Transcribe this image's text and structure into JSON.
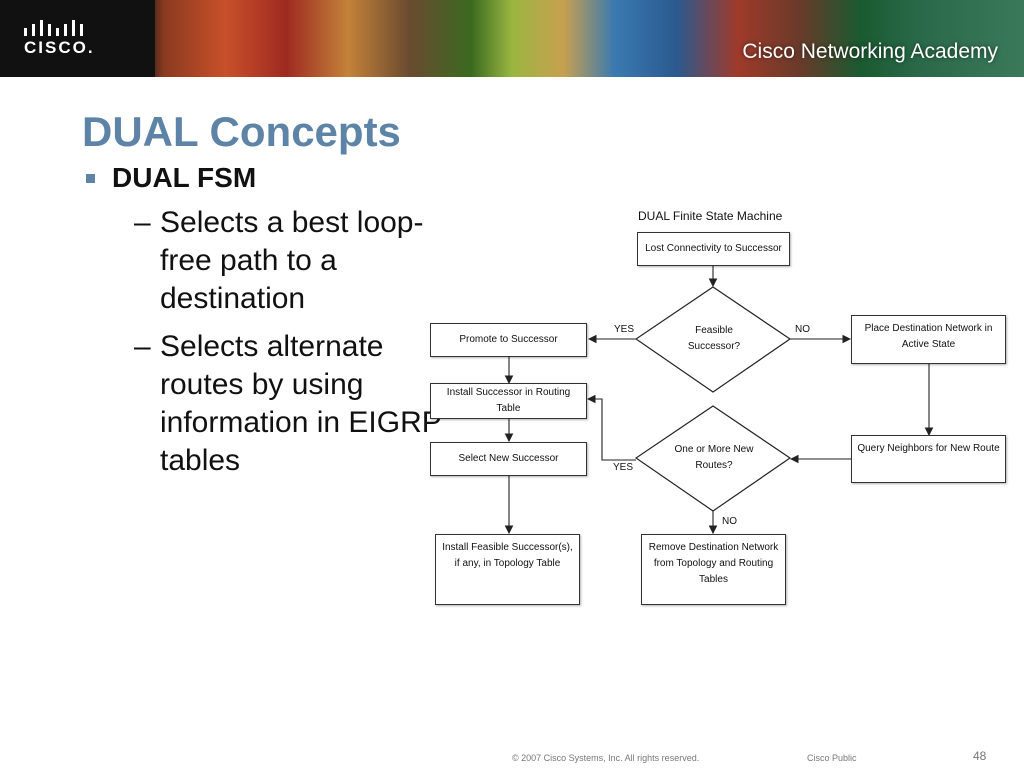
{
  "header": {
    "logo_text": "CISCO.",
    "academy_text": "Cisco Networking Academy"
  },
  "slide": {
    "title": "DUAL Concepts",
    "bullet": "DUAL FSM",
    "sub_bullets": [
      "Selects a best loop-free path to a destination",
      "Selects alternate routes by using information in EIGRP tables"
    ]
  },
  "diagram": {
    "title": "DUAL Finite State Machine",
    "nodes": {
      "lost": "Lost Connectivity to Successor",
      "feasible": "Feasible Successor?",
      "promote": "Promote to Successor",
      "place_active": "Place Destination Network in Active State",
      "install_routing": "Install Successor in Routing Table",
      "select_new": "Select New Successor",
      "query": "Query Neighbors for New Route",
      "one_or_more": "One or More New Routes?",
      "install_feasible": "Install Feasible Successor(s), if any, in Topology Table",
      "remove_dest": "Remove Destination Network from Topology and Routing Tables"
    },
    "edge_labels": {
      "feasible_yes": "YES",
      "feasible_no": "NO",
      "routes_yes": "YES",
      "routes_no": "NO"
    }
  },
  "footer": {
    "copyright": "© 2007 Cisco Systems, Inc. All rights reserved.",
    "classification": "Cisco Public",
    "page_number": "48"
  }
}
